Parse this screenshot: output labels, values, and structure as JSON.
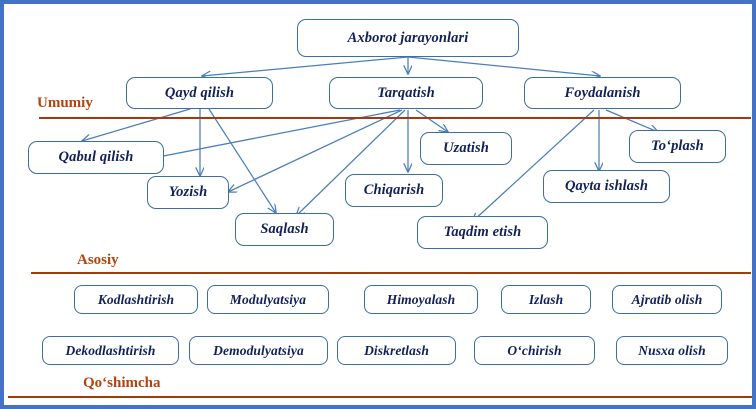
{
  "diagram": {
    "title_node": {
      "label": "Axborot jarayonlari"
    },
    "level1": [
      {
        "label": "Qayd qilish"
      },
      {
        "label": "Tarqatish"
      },
      {
        "label": "Foydalanish"
      }
    ],
    "level2": [
      {
        "label": "Qabul qilish"
      },
      {
        "label": "Yozish"
      },
      {
        "label": "Saqlash"
      },
      {
        "label": "Chiqarish"
      },
      {
        "label": "Uzatish"
      },
      {
        "label": "Taqdim etish"
      },
      {
        "label": "Qayta ishlash"
      },
      {
        "label": "To‘plash"
      }
    ],
    "level3_row1": [
      {
        "label": "Kodlashtirish"
      },
      {
        "label": "Modulyatsiya"
      },
      {
        "label": "Himoyalash"
      },
      {
        "label": "Izlash"
      },
      {
        "label": "Ajratib olish"
      }
    ],
    "level3_row2": [
      {
        "label": "Dekodlashtirish"
      },
      {
        "label": "Demodulyatsiya"
      },
      {
        "label": "Diskretlash"
      },
      {
        "label": "O‘chirish"
      },
      {
        "label": "Nusxa olish"
      }
    ],
    "section_labels": [
      {
        "label": "Umumiy"
      },
      {
        "label": "Asosiy"
      },
      {
        "label": "Qo‘shimcha"
      }
    ],
    "colors": {
      "frame": "#4472c4",
      "node_border": "#3a6ea5",
      "node_text": "#12205a",
      "divider": "#a6390c",
      "section_label": "#b5430f",
      "arrow": "#4a7ebb"
    }
  }
}
